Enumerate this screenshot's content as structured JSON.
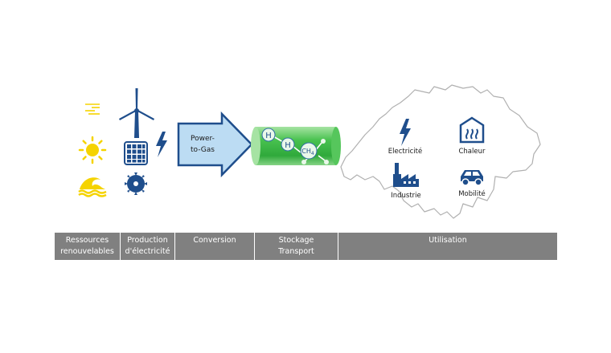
{
  "arrow_label": {
    "line1": "Power-",
    "line2": "to-Gas"
  },
  "tank": {
    "h1": "H",
    "h2": "H",
    "ch": "CH",
    "ch_sub": "4"
  },
  "uses": [
    {
      "label": "Electricité",
      "icon": "lightning-icon"
    },
    {
      "label": "Chaleur",
      "icon": "heating-icon"
    },
    {
      "label": "Industrie",
      "icon": "factory-icon"
    },
    {
      "label": "Mobilité",
      "icon": "car-icon"
    }
  ],
  "stages": [
    {
      "line1": "Ressources",
      "line2": "renouvelables"
    },
    {
      "line1": "Production",
      "line2": "d'électricité"
    },
    {
      "line1": "Conversion",
      "line2": ""
    },
    {
      "line1": "Stockage",
      "line2": "Transport"
    },
    {
      "line1": "Utilisation",
      "line2": ""
    }
  ],
  "colors": {
    "yellow": "#f5d300",
    "navy": "#1f4e8c",
    "arrow_fill": "#bcdcf3",
    "tank_green": "#3dbb48",
    "bar_gray": "#808080"
  }
}
